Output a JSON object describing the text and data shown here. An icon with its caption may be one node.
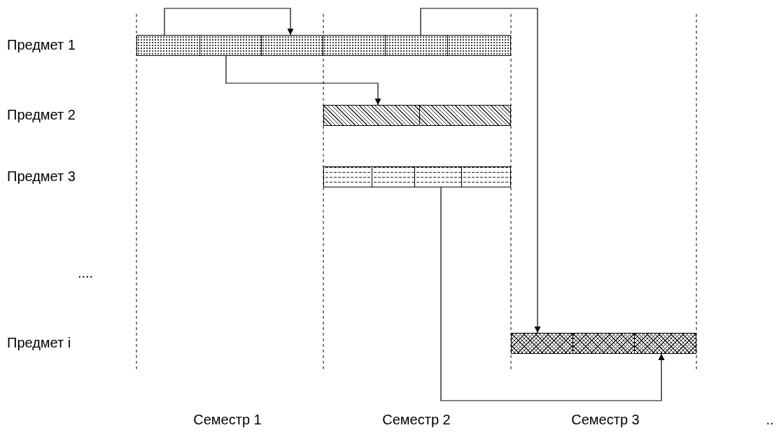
{
  "diagram": {
    "nodes": [
      {
        "text": [],
        "shape": "bar"
      },
      {
        "text": [],
        "shape": "box",
        "in": 0
      },
      {
        "text": [],
        "shape": "box",
        "in": 0
      },
      {
        "text": [],
        "shape": "box",
        "in": 0
      },
      {
        "text": [],
        "shape": "box",
        "in": 0
      },
      {
        "text": [],
        "shape": "box",
        "in": 0
      },
      {
        "text": [],
        "shape": "box",
        "in": 0
      },
      {
        "text": [],
        "shape": "bar"
      },
      {
        "text": [],
        "shape": "box",
        "in": 7
      },
      {
        "text": [],
        "shape": "box",
        "in": 7
      },
      {
        "text": [],
        "shape": "bar"
      },
      {
        "text": [],
        "shape": "box",
        "in": 10
      },
      {
        "text": [],
        "shape": "box",
        "in": 10
      },
      {
        "text": [],
        "shape": "box",
        "in": 10
      },
      {
        "text": [],
        "shape": "box",
        "in": 10
      },
      {
        "text": [],
        "shape": "bar"
      },
      {
        "text": [],
        "shape": "box",
        "in": 15
      },
      {
        "text": [],
        "shape": "box",
        "in": 15
      },
      {
        "text": [],
        "shape": "box",
        "in": 15
      }
    ],
    "edges": [
      {
        "from": 1,
        "to": 3,
        "arrow": "to"
      },
      {
        "from": 2,
        "to": 8,
        "arrow": "to"
      },
      {
        "from": 5,
        "to": 16,
        "arrow": "to"
      },
      {
        "from": 13,
        "to": 18,
        "arrow": "to"
      }
    ],
    "labels": [
      "Предмет 1",
      "Предмет 2",
      "Предмет 3",
      "....",
      "Предмет i",
      "Семестр 1",
      "Семестр 2",
      "Семестр 3",
      ".."
    ]
  }
}
